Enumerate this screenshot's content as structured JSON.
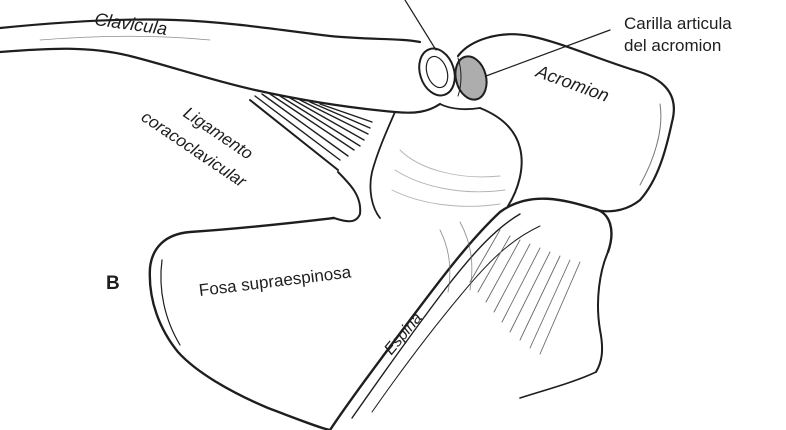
{
  "labels": {
    "clavicula": "Clavicula",
    "carilla_line1": "Carilla articula",
    "carilla_line2": "del acromion",
    "acromion": "Acromion",
    "ligamento_line1": "Ligamento",
    "ligamento_line2": "coracoclavicular",
    "panel_letter": "B",
    "fosa": "Fosa supraespinosa",
    "espina": "Espina"
  },
  "colors": {
    "ink": "#1e1e1e",
    "shade": "#6a6a6a",
    "background": "#ffffff"
  }
}
